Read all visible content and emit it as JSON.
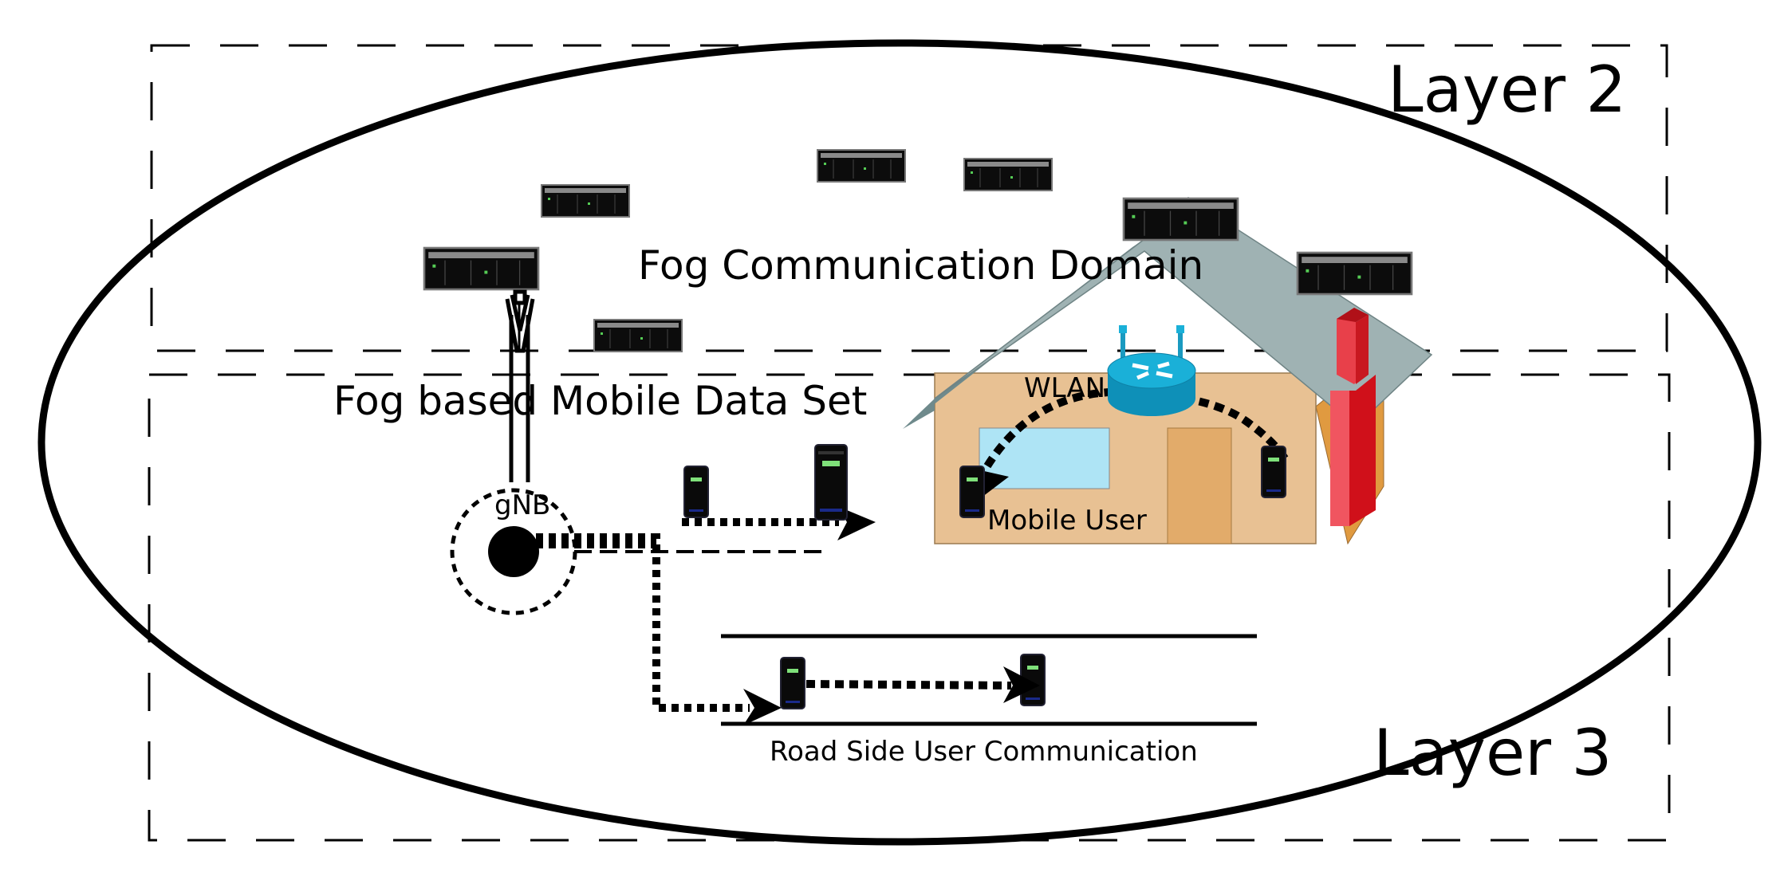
{
  "layers": {
    "layer2_label": "Layer 2",
    "layer3_label": "Layer 3"
  },
  "domains": {
    "fog_communication_domain": "Fog Communication Domain",
    "fog_mobile_data_set": "Fog based Mobile Data Set"
  },
  "labels": {
    "gnb": "gNB",
    "wlan": "WLAN",
    "mobile_user": "Mobile User",
    "road_side": "Road Side User Communication"
  },
  "colors": {
    "house_wall": "#e8c193",
    "house_roof": "#9fb2b3",
    "window": "#aee4f5",
    "door": "#e2ab6a",
    "chimney": "#e8404a",
    "router": "#1ab0d8",
    "server_rack": "#111111",
    "device_screen": "#7fe07a"
  },
  "icons": {
    "server_rack": "server-rack-icon",
    "antenna": "antenna-tower-icon",
    "router": "wlan-router-icon",
    "device": "mobile-device-icon",
    "house": "house-icon"
  }
}
